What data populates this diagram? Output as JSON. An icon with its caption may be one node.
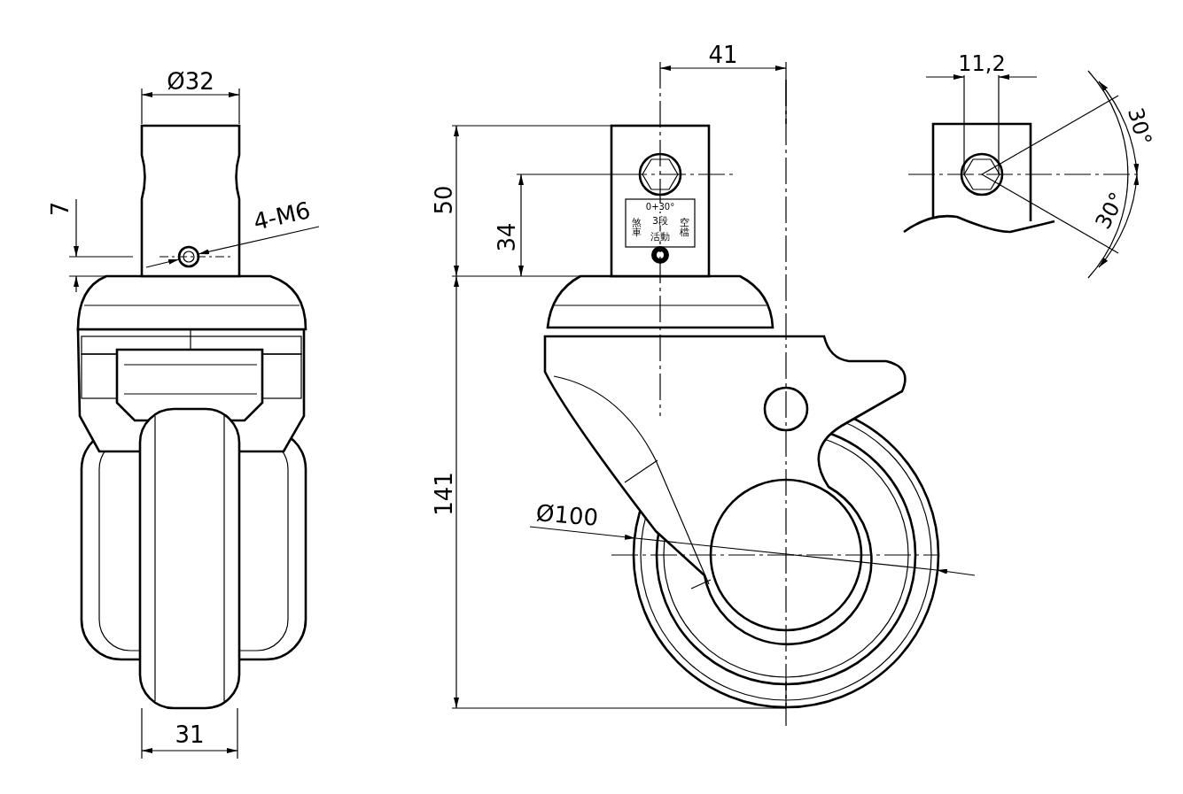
{
  "diagram": {
    "labels": [
      "Ø32",
      "7",
      "4-M6",
      "31",
      "41",
      "50",
      "34",
      "141",
      "Ø100",
      "0+30°",
      "3段",
      "煞車",
      "活動",
      "空檔",
      "11,2",
      "30°",
      "30°"
    ]
  }
}
